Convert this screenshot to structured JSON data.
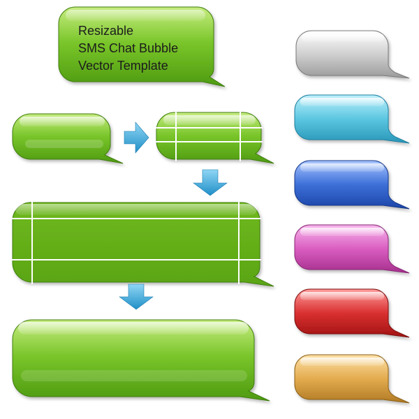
{
  "title": {
    "line1": "Resizable",
    "line2": "SMS Chat Bubble",
    "line3": "Vector Template"
  },
  "palette": {
    "green": "#6fbb22",
    "silver": "#c9c9c9",
    "cyan": "#58c2dc",
    "blue": "#3f72d6",
    "pink": "#dc5fc0",
    "red": "#d93232",
    "gold": "#e0a94a",
    "arrow": "#3fa9dc"
  },
  "arrows": [
    "arrow-right-icon",
    "arrow-down-icon",
    "arrow-down-icon"
  ],
  "color_bubbles": [
    "silver",
    "cyan",
    "blue",
    "pink",
    "red",
    "gold"
  ]
}
